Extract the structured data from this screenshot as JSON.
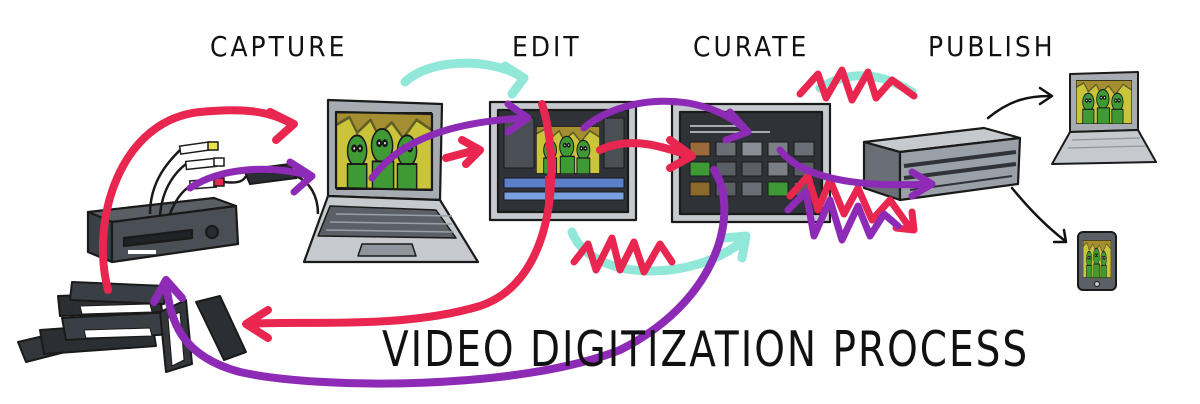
{
  "stages": {
    "capture": "CAPTURE",
    "edit": "EDIT",
    "curate": "CURATE",
    "publish": "PUBLISH"
  },
  "title": "VIDEO DIGITIZATION PROCESS",
  "colors": {
    "red": "#e8264f",
    "purple": "#8e2bb6",
    "teal": "#86e6d4",
    "outline": "#1a1a1a",
    "device_gray": "#a7acb3",
    "screen_dark": "#2f3338",
    "scene_yellow": "#c9c43a",
    "figure_green": "#3f9a35"
  },
  "icons": [
    "vcr-icon",
    "vhs-tapes-icon",
    "av-cable-icon",
    "capture-laptop-icon",
    "editor-monitor-icon",
    "library-monitor-icon",
    "server-rack-icon",
    "publish-laptop-icon",
    "phone-icon"
  ]
}
